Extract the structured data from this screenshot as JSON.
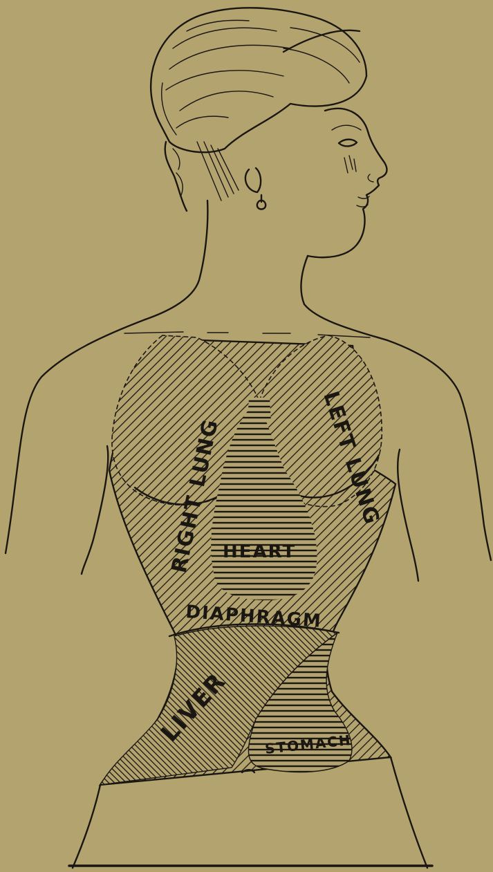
{
  "background_color": "#b3a36e",
  "ink_color": "#1a1612",
  "labels": {
    "right_lung": "RIGHT LUNG",
    "left_lung": "LEFT LUNG",
    "heart": "HEART",
    "diaphragm": "DIAPHRAGM",
    "liver": "LIVER",
    "stomach": "STOMACH"
  }
}
